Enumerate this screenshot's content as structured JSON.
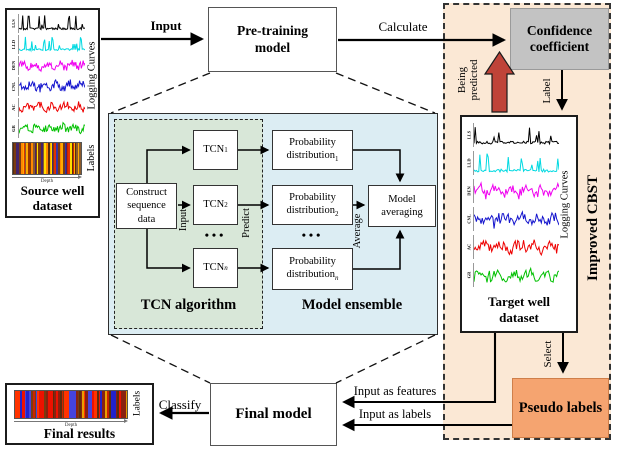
{
  "colors": {
    "region_bg": "#fbe8d5",
    "blue_bg": "#dcedf3",
    "green_bg": "#d8e7d8",
    "gray_box": "#c3c3c3",
    "pseudo_bg": "#f5a470",
    "red_arrow": "#bf4338"
  },
  "source_panel": {
    "title": "Source well\ndataset",
    "logging_label": "Logging Curves",
    "labels_label": "Labels",
    "depth_label": "Depth",
    "curves": [
      {
        "label": "LLS",
        "color": "#000000"
      },
      {
        "label": "LLD",
        "color": "#00d9e1"
      },
      {
        "label": "DEN",
        "color": "#f000f0"
      },
      {
        "label": "CNL",
        "color": "#1414cd"
      },
      {
        "label": "AC",
        "color": "#ee0000"
      },
      {
        "label": "GR",
        "color": "#00c000"
      }
    ],
    "stripes": {
      "seed": 11,
      "colors": [
        "#ffdd00",
        "#ff8800",
        "#cc2200",
        "#7a3b10",
        "#5a2d0c",
        "#993300",
        "#ffaa00",
        "#44246b",
        "#3333aa",
        "#8b5a2b",
        "#e03000"
      ]
    }
  },
  "target_panel": {
    "title": "Target well\ndataset",
    "logging_label": "Logging Curves",
    "curves": [
      {
        "label": "LLS",
        "color": "#000000"
      },
      {
        "label": "LLD",
        "color": "#00d9e1"
      },
      {
        "label": "DEN",
        "color": "#f000f0"
      },
      {
        "label": "CNL",
        "color": "#1414cd"
      },
      {
        "label": "AC",
        "color": "#ee0000"
      },
      {
        "label": "GR",
        "color": "#00c000"
      }
    ]
  },
  "final_results": {
    "title": "Final results",
    "labels_label": "Labels",
    "depth_label": "Depth",
    "stripes": {
      "seed": 77,
      "colors": [
        "#ee1100",
        "#cc2200",
        "#7a3b10",
        "#5a2d0c",
        "#2222cc",
        "#4444dd",
        "#ff3300",
        "#882211",
        "#e8a000"
      ]
    }
  },
  "nodes": {
    "pretraining": "Pre-training\nmodel",
    "confidence": "Confidence\ncoefficient",
    "final_model": "Final model",
    "pseudo": "Pseudo labels",
    "improved_cbst": "Improved CBST"
  },
  "flow_labels": {
    "input": "Input",
    "calculate": "Calculate",
    "classify": "Classify",
    "features": "Input as features",
    "labels": "Input as labels",
    "label": "Label",
    "select": "Select",
    "being_predicted": "Being\npredicted"
  },
  "center": {
    "tcn_group": "TCN algorithm",
    "ensemble": "Model ensemble",
    "construct": "Construct\nsequence\ndata",
    "input": "Input",
    "predict": "Predict",
    "average": "Average",
    "dots": "•••",
    "tcn": [
      {
        "base": "TCN",
        "sub": "1"
      },
      {
        "base": "TCN",
        "sub": "2"
      },
      {
        "base": "TCN",
        "sub": "n"
      }
    ],
    "prob": [
      {
        "line1": "Probability",
        "line2": "distribution",
        "sub": "1"
      },
      {
        "line1": "Probability",
        "line2": "distribution",
        "sub": "2"
      },
      {
        "line1": "Probability",
        "line2": "distribution",
        "sub": "n"
      }
    ],
    "averaging": "Model\naveraging"
  }
}
